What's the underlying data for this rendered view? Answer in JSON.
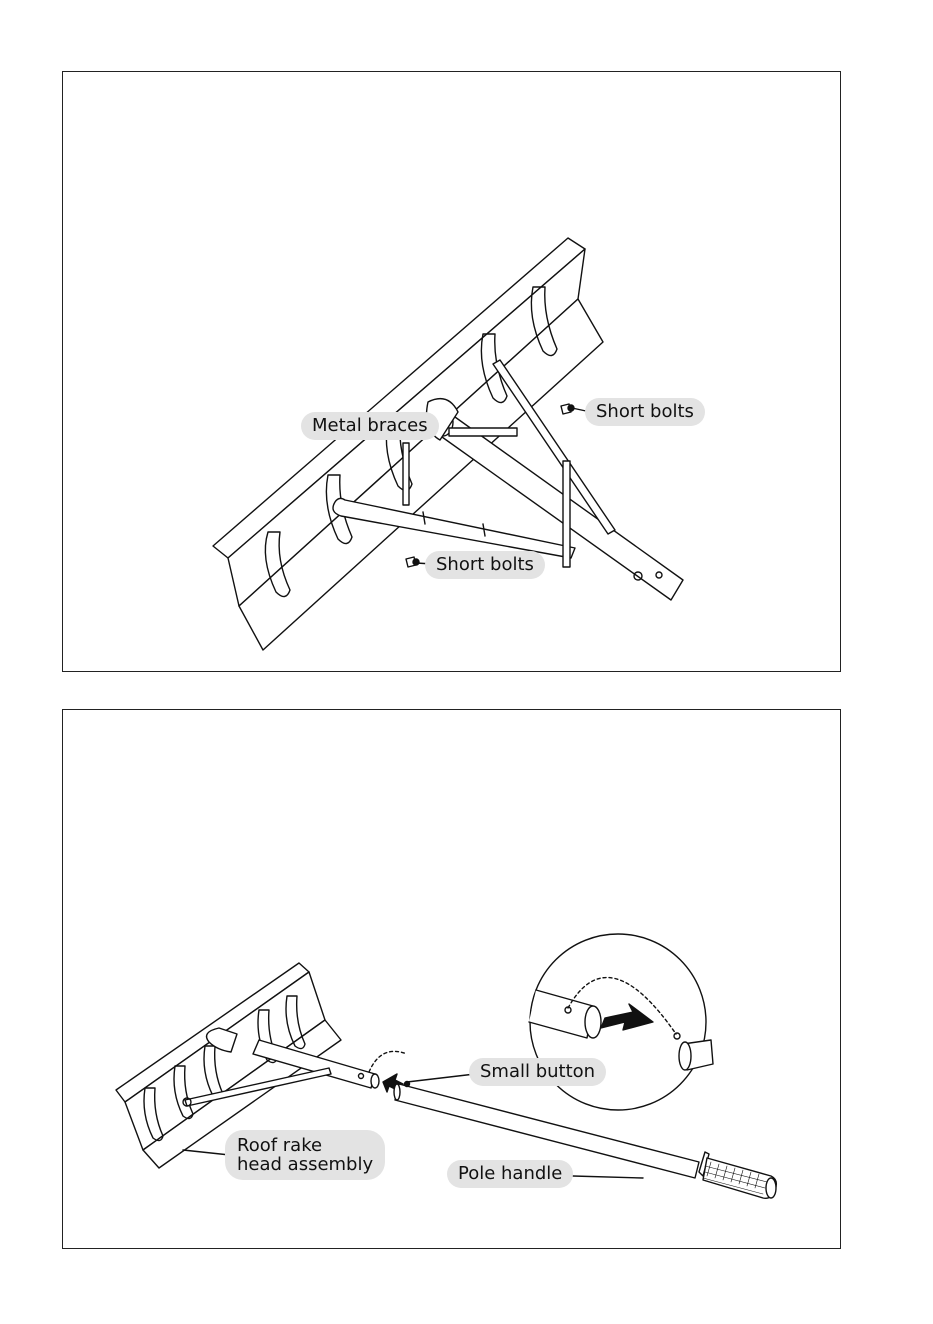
{
  "top_figure": {
    "labels": {
      "metal_braces": "Metal braces",
      "short_bolts_upper": "Short bolts",
      "short_bolts_lower": "Short bolts"
    }
  },
  "bottom_figure": {
    "labels": {
      "small_button": "Small button",
      "roof_rake_head_line1": "Roof rake",
      "roof_rake_head_line2": "head assembly",
      "pole_handle": "Pole handle"
    }
  }
}
